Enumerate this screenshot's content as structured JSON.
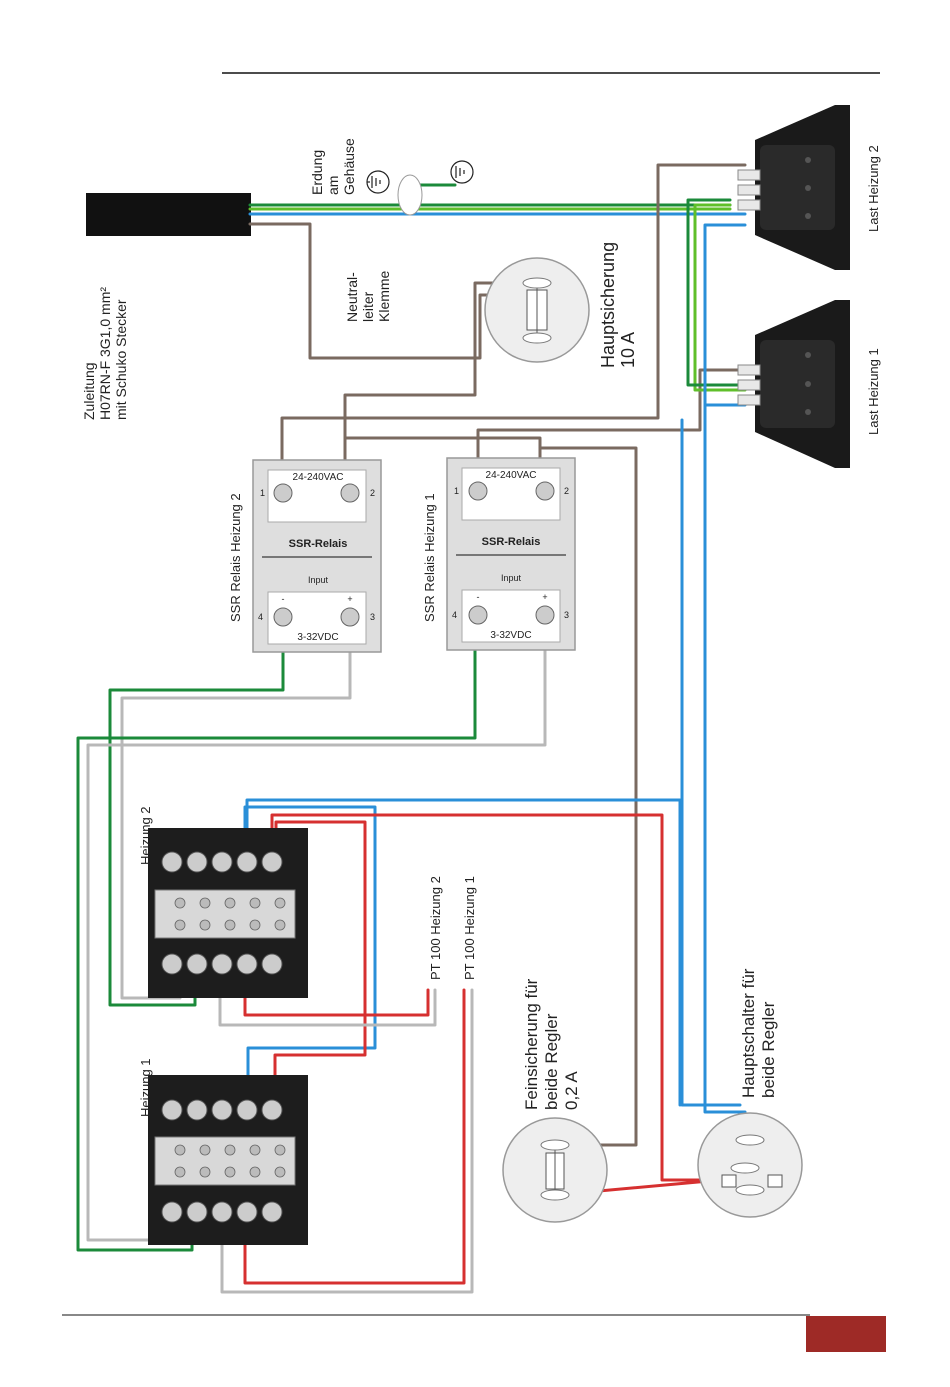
{
  "colors": {
    "brown": "#7a6a60",
    "green": "#1b8a3a",
    "lime": "#5fbf2a",
    "blue": "#2a8fd8",
    "red": "#d63030",
    "grey": "#b8b8b8",
    "accent": "#9e2a26"
  },
  "labels": {
    "zuleitung_1": "Zuleitung",
    "zuleitung_2": "H07RN-F 3G1,0 mm²",
    "zuleitung_3": "mit Schuko Stecker",
    "erdung_1": "Erdung",
    "erdung_2": "am",
    "erdung_3": "Gehäuse",
    "neutral_1": "Neutral-",
    "neutral_2": "leiter",
    "neutral_3": "Klemme",
    "hauptsicherung_1": "Hauptsicherung",
    "hauptsicherung_2": "10 A",
    "last2": "Last Heizung 2",
    "last1": "Last Heizung 1",
    "ssr2_label": "SSR Relais Heizung 2",
    "ssr1_label": "SSR Relais Heizung 1",
    "ssr_ac": "24-240VAC",
    "ssr_title": "SSR-Relais",
    "ssr_input": "Input",
    "ssr_dc": "3-32VDC",
    "pin1": "1",
    "pin2": "2",
    "pin3": "3",
    "pin4": "4",
    "pin_minus": "-",
    "pin_plus": "+",
    "heizung2": "Heizung 2",
    "heizung1": "Heizung 1",
    "pt100_2": "PT 100 Heizung 2",
    "pt100_1": "PT 100 Heizung 1",
    "fein_1": "Feinsicherung für",
    "fein_2": "beide Regler",
    "fein_3": "0,2 A",
    "haupt_1": "Hauptschalter für",
    "haupt_2": "beide Regler"
  }
}
